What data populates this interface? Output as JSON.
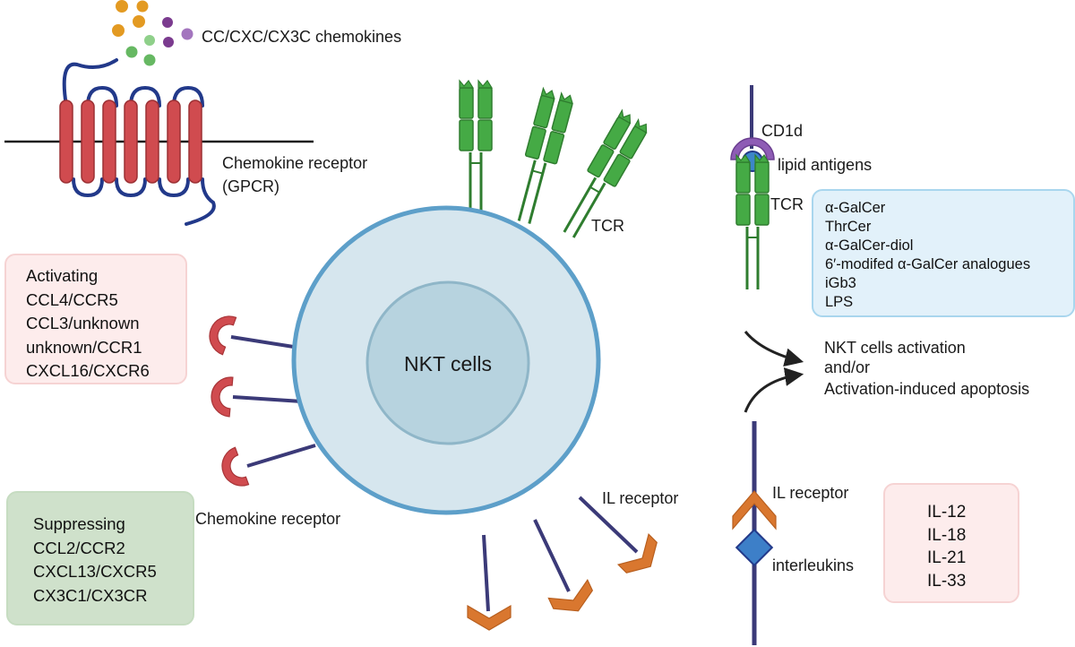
{
  "labels": {
    "chemokines": "CC/CXC/CX3C chemokines",
    "chemokine_receptor_gpcr_line1": "Chemokine receptor",
    "chemokine_receptor_gpcr_line2": "(GPCR)",
    "tcr_on_cell": "TCR",
    "nkt_cells": "NKT cells",
    "chemokine_receptor_on_cell": "Chemokine receptor",
    "il_receptor_on_cell": "IL receptor",
    "cd1d": "CD1d",
    "lipid_antigens": "lipid antigens",
    "tcr_right": "TCR",
    "outcome_line1": "NKT cells activation",
    "outcome_line2": "and/or",
    "outcome_line3": "Activation-induced apoptosis",
    "il_receptor_right": "IL receptor",
    "interleukins": "interleukins"
  },
  "activating": [
    "Activating",
    "CCL4/CCR5",
    "CCL3/unknown",
    "unknown/CCR1",
    "CXCL16/CXCR6"
  ],
  "suppressing": [
    "Suppressing",
    "CCL2/CCR2",
    "CXCL13/CXCR5",
    "CX3C1/CX3CR"
  ],
  "antigens": [
    "α-GalCer",
    "ThrCer",
    "α-GalCer-diol",
    "6′-modifed α-GalCer analogues",
    "iGb3",
    "LPS"
  ],
  "interleukins": [
    "IL-12",
    "IL-18",
    "IL-21",
    "IL-33"
  ],
  "colors": {
    "cell_fill": "#d6e6ee",
    "cell_border": "#5d9fc9",
    "nucleus_fill": "#b7d3df",
    "receptor_red": "#d04b4f",
    "tcr_green": "#3fa33f",
    "il_orange": "#d9772f",
    "stalk_navy": "#3b3a78",
    "cd1d_purple": "#8e5cb5",
    "antigen_blue": "#3c86c9"
  }
}
